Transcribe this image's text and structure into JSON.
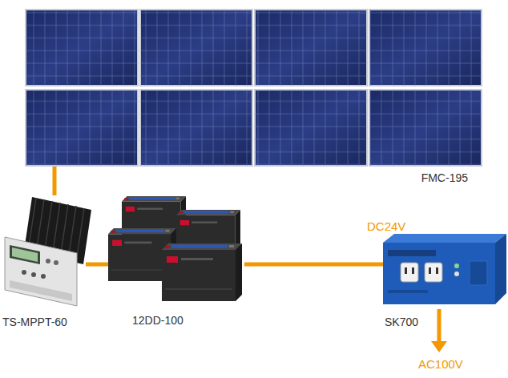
{
  "diagram": {
    "nodes": [
      {
        "text": [
          "FMC-195"
        ]
      },
      {
        "text": [
          "TS-MPPT-60"
        ]
      },
      {
        "text": [
          "12DD-100"
        ]
      },
      {
        "text": [
          "SK700"
        ]
      }
    ],
    "edges": [
      {
        "from": 0,
        "to": 1,
        "arrow": "none"
      },
      {
        "from": 1,
        "to": 2,
        "arrow": "none"
      },
      {
        "from": 2,
        "to": 3,
        "label": "DC24V",
        "arrow": "none"
      }
    ],
    "labels": [
      "AC100V"
    ]
  }
}
